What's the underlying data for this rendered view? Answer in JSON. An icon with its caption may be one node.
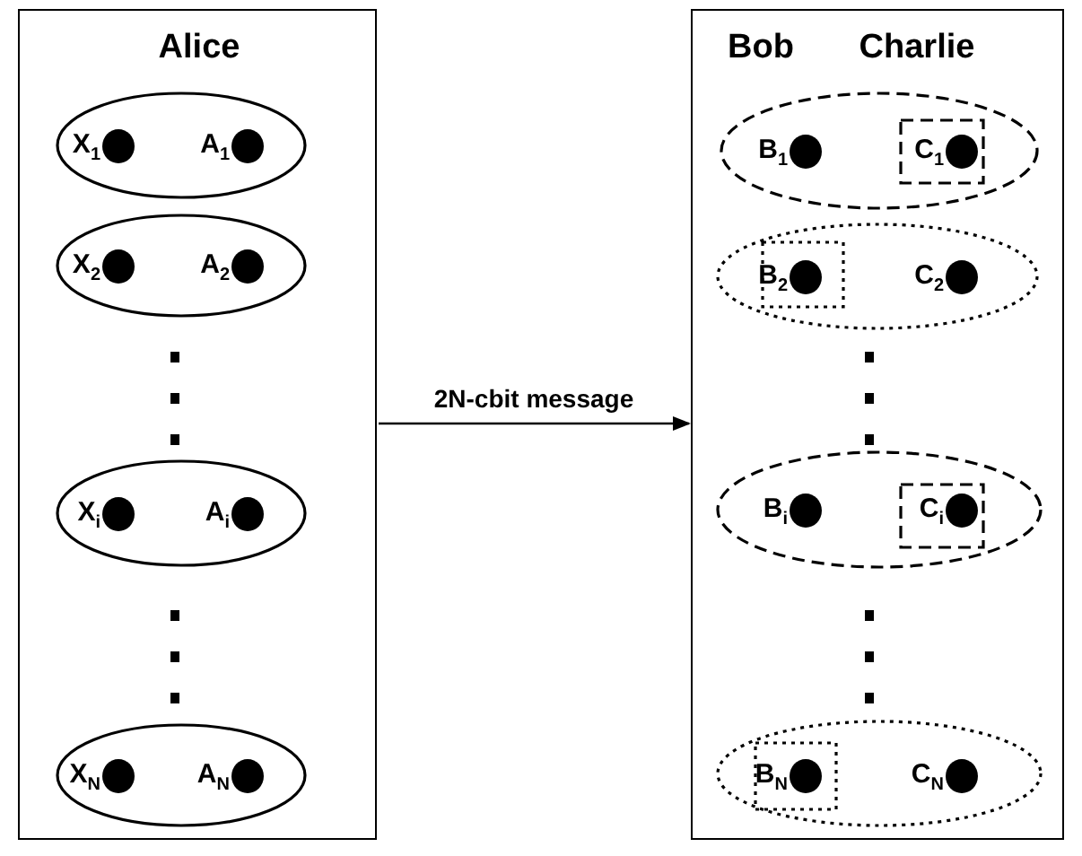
{
  "diagram": {
    "nodes": [
      {
        "text": [
          "Alice"
        ]
      },
      {
        "text": [],
        "shape": "ellipse",
        "in": 0
      },
      {
        "text": [],
        "shape": "circle",
        "beside": [
          "X$_{1}$"
        ],
        "in": 1
      },
      {
        "text": [],
        "shape": "circle",
        "beside": [
          "A$_{1}$"
        ],
        "in": 1
      },
      {
        "text": [],
        "shape": "ellipse",
        "in": 0
      },
      {
        "text": [],
        "shape": "circle",
        "beside": [
          "X$_{2}$"
        ],
        "in": 4
      },
      {
        "text": [],
        "shape": "circle",
        "beside": [
          "A$_{2}$"
        ],
        "in": 4
      },
      {
        "text": [],
        "shape": "ellipse",
        "in": 0
      },
      {
        "text": [],
        "shape": "circle",
        "beside": [
          "X$_{i}$"
        ],
        "in": 7
      },
      {
        "text": [],
        "shape": "circle",
        "beside": [
          "A$_{i}$"
        ],
        "in": 7
      },
      {
        "text": [],
        "shape": "ellipse",
        "in": 0
      },
      {
        "text": [],
        "shape": "circle",
        "beside": [
          "X$_{N}$"
        ],
        "in": 10
      },
      {
        "text": [],
        "shape": "circle",
        "beside": [
          "A$_{N}$"
        ],
        "in": 10
      },
      {
        "text": [
          "Bob",
          "Charlie"
        ]
      },
      {
        "text": [],
        "shape": "ellipse",
        "in": 13
      },
      {
        "text": [],
        "shape": "circle",
        "beside": [
          "B$_{1}$"
        ],
        "in": 14
      },
      {
        "text": [],
        "shape": "box",
        "in": 14
      },
      {
        "text": [],
        "shape": "circle",
        "beside": [
          "C$_{1}$"
        ],
        "in": 16
      },
      {
        "text": [],
        "shape": "ellipse",
        "in": 13
      },
      {
        "text": [],
        "shape": "box",
        "in": 18
      },
      {
        "text": [],
        "shape": "circle",
        "beside": [
          "B$_{2}$"
        ],
        "in": 19
      },
      {
        "text": [],
        "shape": "circle",
        "beside": [
          "C$_{2}$"
        ],
        "in": 18
      },
      {
        "text": [],
        "shape": "ellipse",
        "in": 13
      },
      {
        "text": [],
        "shape": "circle",
        "beside": [
          "B$_{i}$"
        ],
        "in": 22
      },
      {
        "text": [],
        "shape": "box",
        "in": 22
      },
      {
        "text": [],
        "shape": "circle",
        "beside": [
          "C$_{i}$"
        ],
        "in": 24
      },
      {
        "text": [],
        "shape": "ellipse",
        "in": 13
      },
      {
        "text": [],
        "shape": "box",
        "in": 26
      },
      {
        "text": [],
        "shape": "circle",
        "beside": [
          "B$_{N}$"
        ],
        "in": 27
      },
      {
        "text": [],
        "shape": "circle",
        "beside": [
          "C$_{N}$"
        ],
        "in": 26
      }
    ],
    "edges": [
      {
        "from": 0,
        "to": 13,
        "arrow": "to",
        "label": "2N-cbit message"
      }
    ]
  }
}
